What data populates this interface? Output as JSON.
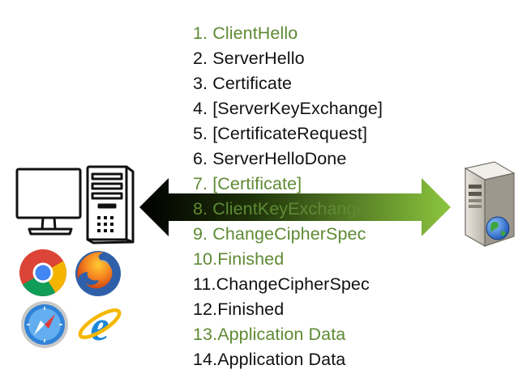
{
  "handshake_steps": [
    {
      "label": "1. ClientHello",
      "sender": "client"
    },
    {
      "label": "2. ServerHello",
      "sender": "server"
    },
    {
      "label": "3. Certificate",
      "sender": "server"
    },
    {
      "label": "4. [ServerKeyExchange]",
      "sender": "server"
    },
    {
      "label": "5. [CertificateRequest]",
      "sender": "server"
    },
    {
      "label": "6. ServerHelloDone",
      "sender": "server"
    },
    {
      "label": "7. [Certificate]",
      "sender": "client"
    },
    {
      "label": "8. ClientKeyExchange",
      "sender": "client"
    },
    {
      "label": "9. ChangeCipherSpec",
      "sender": "client"
    },
    {
      "label": "10.Finished",
      "sender": "client"
    },
    {
      "label": "11.ChangeCipherSpec",
      "sender": "server"
    },
    {
      "label": "12.Finished",
      "sender": "server"
    },
    {
      "label": "13.Application Data",
      "sender": "client"
    },
    {
      "label": "14.Application Data",
      "sender": "server"
    }
  ],
  "colors": {
    "client_text": "#5e8a33",
    "server_text": "#111111",
    "arrow_dark": "#000000",
    "arrow_light": "#8cc63f"
  },
  "icons": {
    "client": "desktop-computer-icon",
    "server": "server-tower-icon",
    "browsers": [
      "chrome-icon",
      "firefox-icon",
      "safari-icon",
      "internet-explorer-icon"
    ]
  }
}
